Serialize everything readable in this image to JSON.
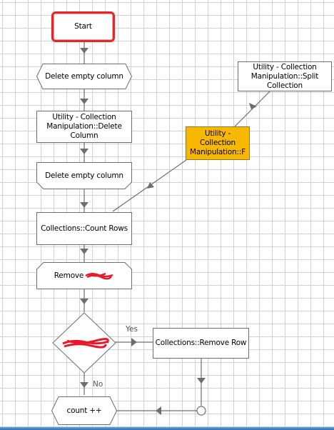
{
  "flow": {
    "start": "Start",
    "delete_empty_column_1": "Delete empty column",
    "delete_column": "Utility - Collection Manipulation::Delete Column",
    "delete_empty_column_2": "Delete empty column",
    "count_rows": "Collections::Count Rows",
    "remove": "Remove",
    "split_collection": "Utility - Collection Manipulation::Split Collection",
    "selected_stage": "Utility - Collection Manipulation::F",
    "remove_row": "Collections::Remove Row",
    "count_increment": "count ++",
    "yes_label": "Yes",
    "no_label": "No"
  },
  "colors": {
    "grid": "#cfd3d8",
    "start_border": "#e02828",
    "selected_fill": "#f9b800",
    "connector": "#6e6e6e",
    "redaction": "#e8182a"
  }
}
